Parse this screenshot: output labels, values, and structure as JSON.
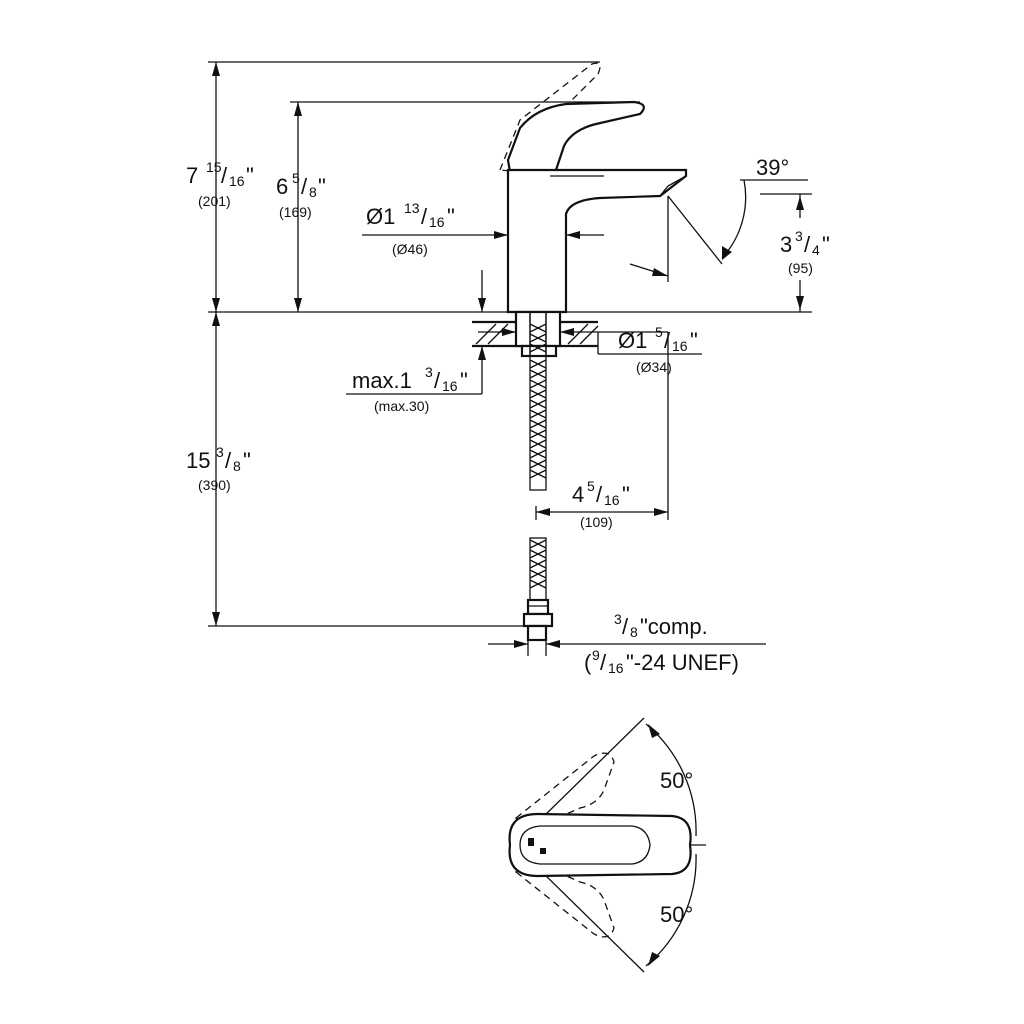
{
  "dimensions": {
    "total_height": {
      "whole": "7",
      "num": "15",
      "den": "16",
      "suffix": "\"",
      "metric": "(201)"
    },
    "spout_height": {
      "whole": "6",
      "num": "5",
      "den": "8",
      "suffix": "\"",
      "metric": "(169)"
    },
    "body_diameter": {
      "prefix": "Ø1",
      "num": "13",
      "den": "16",
      "suffix": "\"",
      "metric": "(Ø46)"
    },
    "spout_angle": {
      "text": "39°"
    },
    "spout_rise": {
      "whole": "3",
      "num": "3",
      "den": "4",
      "suffix": "\"",
      "metric": "(95)"
    },
    "hole_diameter": {
      "prefix": "Ø1",
      "num": "5",
      "den": "16",
      "suffix": "\"",
      "metric": "(Ø34)"
    },
    "deck_thickness": {
      "prefix": "max.1",
      "num": "3",
      "den": "16",
      "suffix": "\"",
      "metric": "(max.30)"
    },
    "hose_length": {
      "whole": "15",
      "num": "3",
      "den": "8",
      "suffix": "\"",
      "metric": "(390)"
    },
    "spout_reach": {
      "whole": "4",
      "num": "5",
      "den": "16",
      "suffix": "\"",
      "metric": "(109)"
    },
    "connection": {
      "num": "3",
      "den": "8",
      "text": "\"comp.",
      "open": "(",
      "num2": "9",
      "den2": "16",
      "thread": "\"-24 UNEF)"
    },
    "lever_angle_top": {
      "text": "50°"
    },
    "lever_angle_bottom": {
      "text": "50°"
    }
  }
}
